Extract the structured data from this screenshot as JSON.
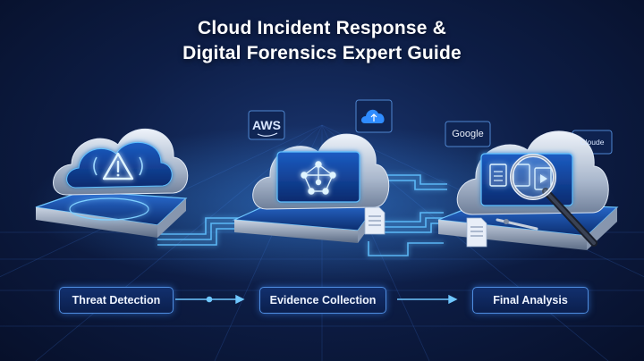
{
  "title": {
    "line1": "Cloud Incident Response &",
    "line2": "Digital Forensics Expert Guide"
  },
  "stages": [
    {
      "label": "Threat Detection",
      "icon": "warning-icon"
    },
    {
      "label": "Evidence Collection",
      "icon": "network-icon"
    },
    {
      "label": "Final Analysis",
      "icon": "magnifier-icon"
    }
  ],
  "providers": {
    "aws": "AWS",
    "google": "Google",
    "cloude": "Cloude"
  },
  "colors": {
    "background": "#0d1d45",
    "glow": "#3f9bff",
    "accent": "#7fd0ff"
  }
}
